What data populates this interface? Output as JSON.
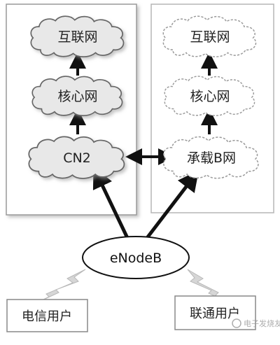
{
  "left_panel": {
    "clouds": [
      "互联网",
      "核心网",
      "CN2"
    ]
  },
  "right_panel": {
    "clouds": [
      "互联网",
      "核心网",
      "承载B网"
    ]
  },
  "base_station": {
    "label": "eNodeB"
  },
  "users": {
    "telecom": "电信用户",
    "unicom": "联通用户"
  },
  "watermark": "电子发烧友",
  "colors": {
    "left_cloud_fill": "#e8e8e8",
    "right_cloud_fill": "#ffffff",
    "connector": "#111111",
    "lightning": "#cfcfcf"
  }
}
